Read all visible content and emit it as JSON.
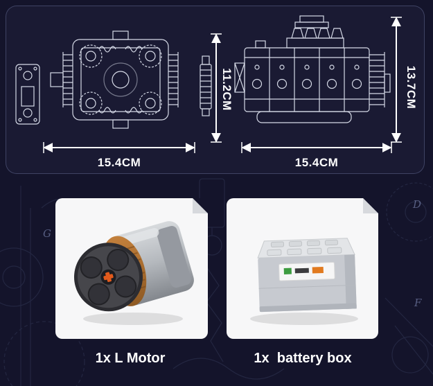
{
  "blueprint_panel": {
    "left_view": {
      "height_cm": "11.2CM",
      "width_cm": "15.4CM"
    },
    "right_view": {
      "height_cm": "13.7CM",
      "width_cm": "15.4CM"
    }
  },
  "parts_list": {
    "motor": {
      "qty_label": "1x L Motor"
    },
    "battery_box": {
      "qty_label": "1x  battery box"
    }
  },
  "background": {
    "letters": {
      "g": "G",
      "d": "D",
      "f": "F"
    }
  },
  "images": {
    "motor": "l-motor-photo",
    "battery_box": "battery-box-photo"
  },
  "colors": {
    "background": "#14142b",
    "panel_background": "#1a1a33",
    "line_art": "#e6ebf7",
    "dimension_text": "#ffffff",
    "card_background": "#f7f7f8",
    "motor_copper": "#a86a2f",
    "motor_axle_orange": "#e25a1c",
    "battery_gray": "#c7cad0"
  }
}
